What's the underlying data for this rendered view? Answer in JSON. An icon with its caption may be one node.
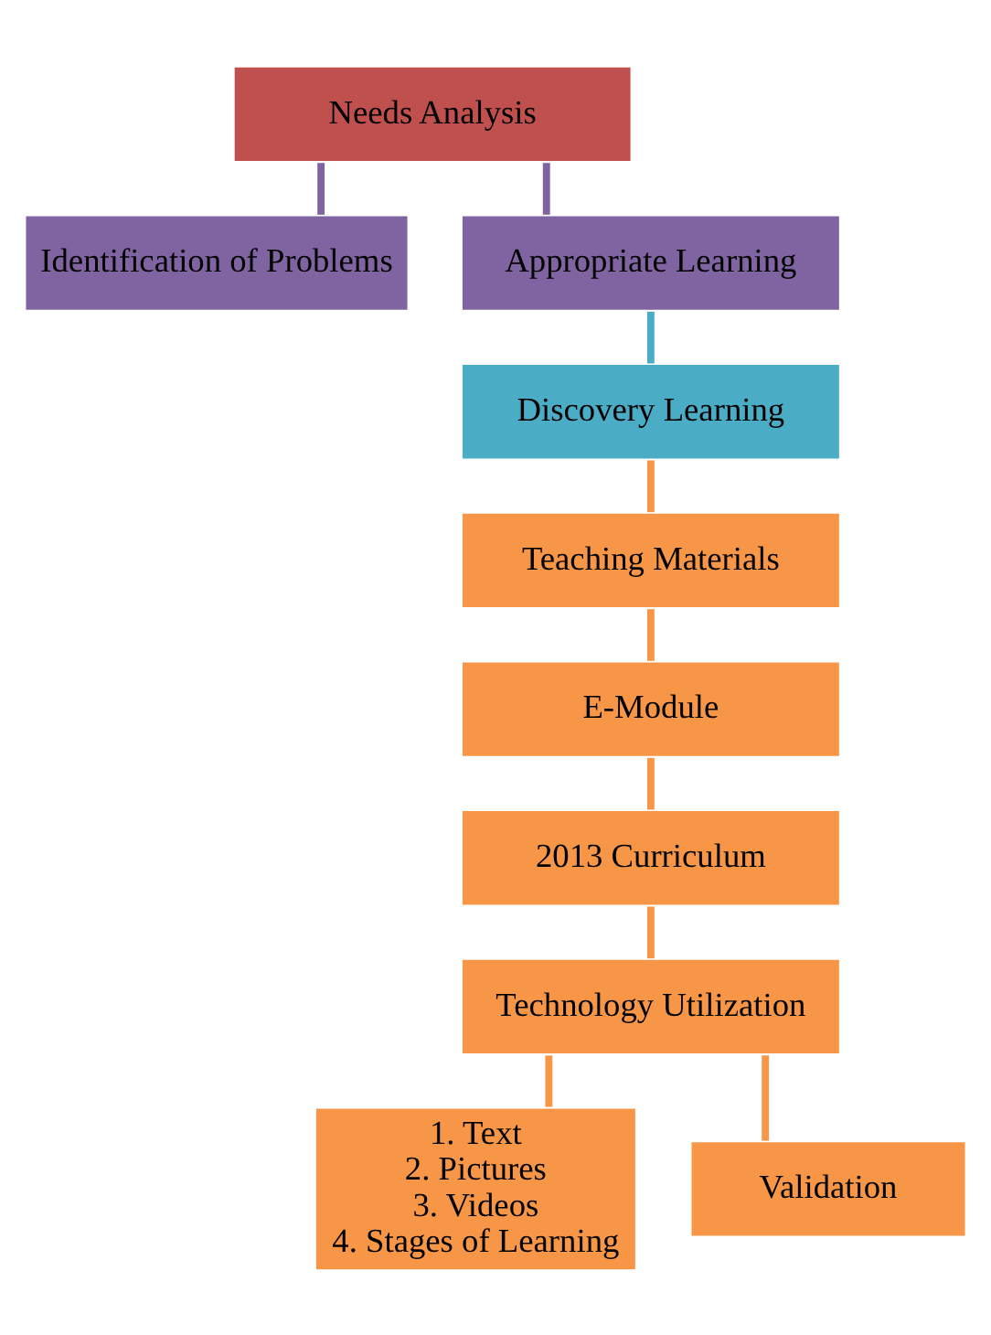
{
  "diagram": {
    "nodes": [
      {
        "text": [
          "Needs Analysis"
        ]
      },
      {
        "text": [
          "Identification of Problems"
        ]
      },
      {
        "text": [
          "Appropriate Learning"
        ]
      },
      {
        "text": [
          "Discovery Learning"
        ]
      },
      {
        "text": [
          "Teaching Materials"
        ]
      },
      {
        "text": [
          "E-Module"
        ]
      },
      {
        "text": [
          "2013 Curriculum"
        ]
      },
      {
        "text": [
          "Technology Utilization"
        ]
      },
      {
        "text": [
          "1. Text",
          "2. Pictures",
          "3. Videos",
          "4. Stages of Learning"
        ]
      },
      {
        "text": [
          "Validation"
        ]
      }
    ],
    "edges": [
      {
        "from": 0,
        "to": 1,
        "arrow": "none",
        "color": "#8064a2"
      },
      {
        "from": 0,
        "to": 2,
        "arrow": "none",
        "color": "#8064a2"
      },
      {
        "from": 2,
        "to": 3,
        "arrow": "none",
        "color": "#4bacc6"
      },
      {
        "from": 3,
        "to": 4,
        "arrow": "none"
      },
      {
        "from": 4,
        "to": 5,
        "arrow": "none"
      },
      {
        "from": 5,
        "to": 6,
        "arrow": "none"
      },
      {
        "from": 6,
        "to": 7,
        "arrow": "none"
      },
      {
        "from": 7,
        "to": 8,
        "arrow": "none"
      },
      {
        "from": 7,
        "to": 9,
        "arrow": "none"
      }
    ]
  }
}
